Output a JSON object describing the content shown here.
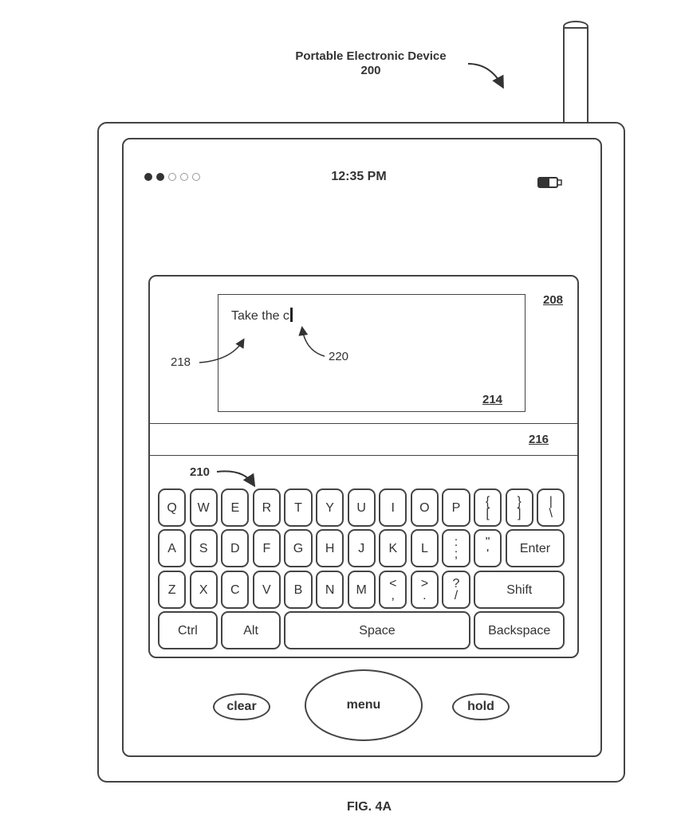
{
  "title": {
    "line1": "Portable Electronic Device",
    "line2": "200"
  },
  "status": {
    "time": "12:35 PM",
    "signal_filled": 2,
    "signal_total": 5,
    "battery_icon": "battery-icon"
  },
  "labels": {
    "display_ref": "208",
    "textbox_ref": "214",
    "suggestion_ref": "216",
    "keyboard_ref": "210",
    "text_ref": "218",
    "cursor_ref": "220"
  },
  "text_input": {
    "value": "Take the c"
  },
  "keyboard": {
    "rows": [
      [
        {
          "t": "Q"
        },
        {
          "t": "W"
        },
        {
          "t": "E"
        },
        {
          "t": "R"
        },
        {
          "t": "T"
        },
        {
          "t": "Y"
        },
        {
          "t": "U"
        },
        {
          "t": "I"
        },
        {
          "t": "O"
        },
        {
          "t": "P"
        },
        {
          "t": "{",
          "b": "["
        },
        {
          "t": "}",
          "b": "]"
        },
        {
          "t": "|",
          "b": "\\"
        }
      ],
      [
        {
          "t": "A"
        },
        {
          "t": "S"
        },
        {
          "t": "D"
        },
        {
          "t": "F"
        },
        {
          "t": "G"
        },
        {
          "t": "H"
        },
        {
          "t": "J"
        },
        {
          "t": "K"
        },
        {
          "t": "L"
        },
        {
          "t": ":",
          "b": ";"
        },
        {
          "t": "\"",
          "b": "'"
        },
        {
          "t": "Enter",
          "w": 2
        }
      ],
      [
        {
          "t": "Z"
        },
        {
          "t": "X"
        },
        {
          "t": "C"
        },
        {
          "t": "V"
        },
        {
          "t": "B"
        },
        {
          "t": "N"
        },
        {
          "t": "M"
        },
        {
          "t": "<",
          "b": ","
        },
        {
          "t": ">",
          "b": "."
        },
        {
          "t": "?",
          "b": "/"
        },
        {
          "t": "Shift",
          "w": 3
        }
      ],
      [
        {
          "t": "Ctrl",
          "w": 2
        },
        {
          "t": "Alt",
          "w": 2
        },
        {
          "t": "Space",
          "w": 6
        },
        {
          "t": "Backspace",
          "w": 3
        }
      ]
    ]
  },
  "buttons": {
    "clear": "clear",
    "menu": "menu",
    "hold": "hold"
  },
  "caption": "FIG. 4A"
}
